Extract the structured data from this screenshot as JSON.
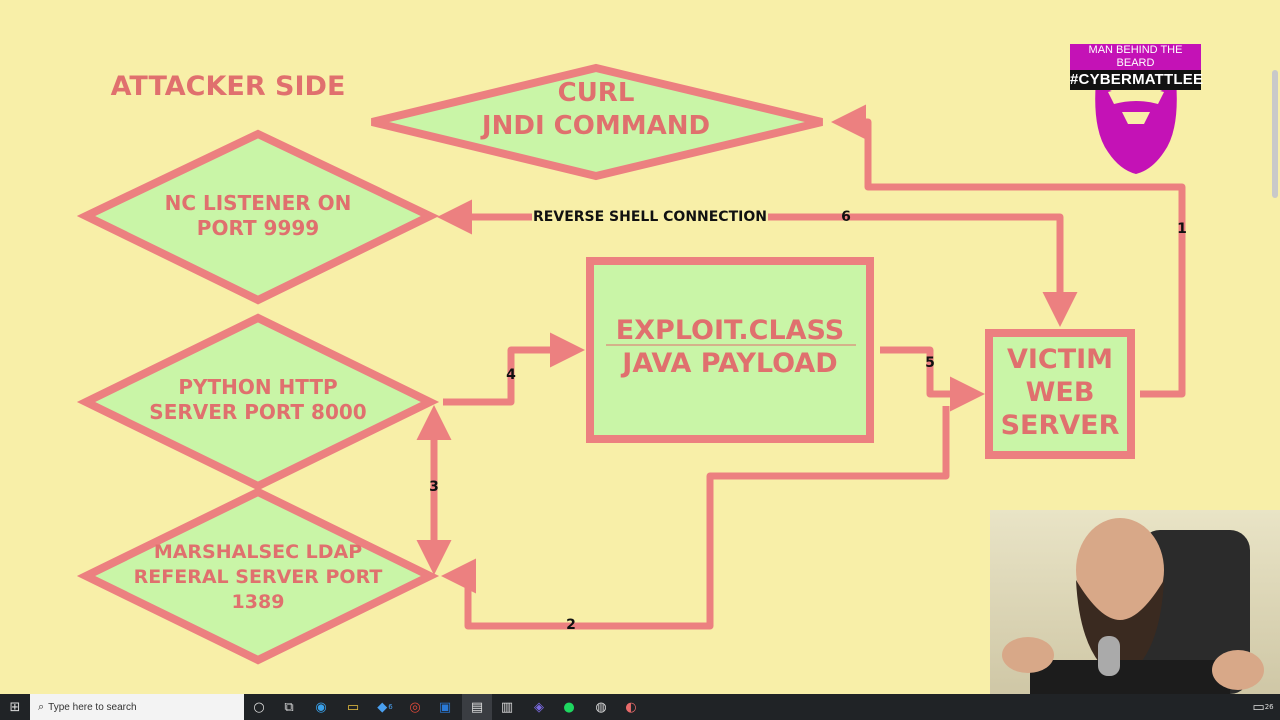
{
  "diagram": {
    "section_title": "ATTACKER SIDE",
    "nodes": {
      "curl": [
        "CURL",
        "JNDI COMMAND"
      ],
      "nc_listener": [
        "NC LISTENER ON",
        "PORT 9999"
      ],
      "python_http": [
        "PYTHON HTTP",
        "SERVER PORT 8000"
      ],
      "marshalsec": [
        "MARSHALSEC LDAP",
        "REFERAL SERVER PORT",
        "1389"
      ],
      "exploit": [
        "EXPLOIT.CLASS",
        "JAVA PAYLOAD"
      ],
      "victim": [
        "VICTIM",
        "WEB",
        "SERVER"
      ]
    },
    "edge_labels": {
      "reverse_shell": "REVERSE SHELL CONNECTION",
      "step1": "1",
      "step2": "2",
      "step3": "3",
      "step4": "4",
      "step5": "5",
      "step6": "6"
    },
    "colors": {
      "background": "#f8efa8",
      "stroke": "#ec8080",
      "fill": "#c9f5a7",
      "text": "#e0706e"
    }
  },
  "branding": {
    "tagline": "MAN BEHIND THE BEARD",
    "handle_prefix": "#CYBER",
    "handle_main": "MATT",
    "handle_suffix": "LEE"
  },
  "taskbar": {
    "search_placeholder": "Type here to search",
    "badge_count": "6",
    "notification_count": "26",
    "icons": [
      "windows-icon",
      "search-icon",
      "cortana-icon",
      "task-view-icon",
      "edge-icon",
      "file-explorer-icon",
      "vscode-icon",
      "chrome-icon",
      "outlook-icon",
      "terminal-icon",
      "files-icon",
      "teams-icon",
      "spotify-icon",
      "obs-icon",
      "paint-icon"
    ]
  }
}
